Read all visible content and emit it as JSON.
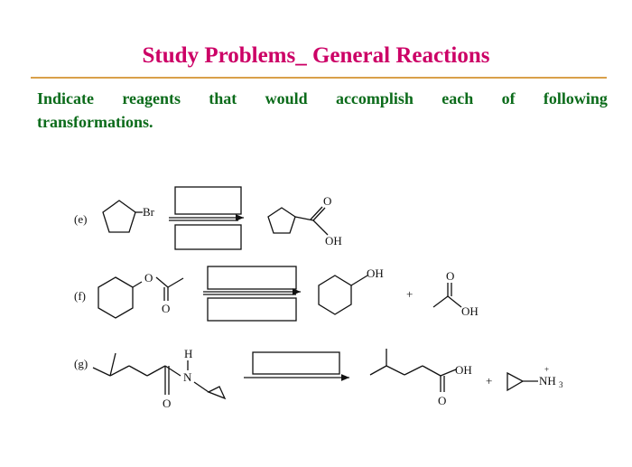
{
  "slide": {
    "title": "Study Problems_ General Reactions",
    "instructions": {
      "words": [
        "Indicate",
        "reagents",
        "that",
        "would",
        "accomplish",
        "each",
        "of",
        "following"
      ],
      "line2": "transformations."
    }
  },
  "problems": [
    {
      "label": "(e)",
      "reactant_atoms": [
        "Br"
      ],
      "product_atoms": [
        "O",
        "OH"
      ]
    },
    {
      "label": "(f)",
      "reactant_atoms": [
        "O",
        "O"
      ],
      "product_atoms": [
        "OH",
        "+",
        "O",
        "OH"
      ]
    },
    {
      "label": "(g)",
      "reactant_atoms": [
        "H",
        "N",
        "O"
      ],
      "product_atoms": [
        "OH",
        "O",
        "+",
        "+",
        "NH",
        "3"
      ]
    }
  ],
  "colors": {
    "title": "#cc0066",
    "instructions": "#0b6b1a",
    "rule": "#d9a04a"
  }
}
